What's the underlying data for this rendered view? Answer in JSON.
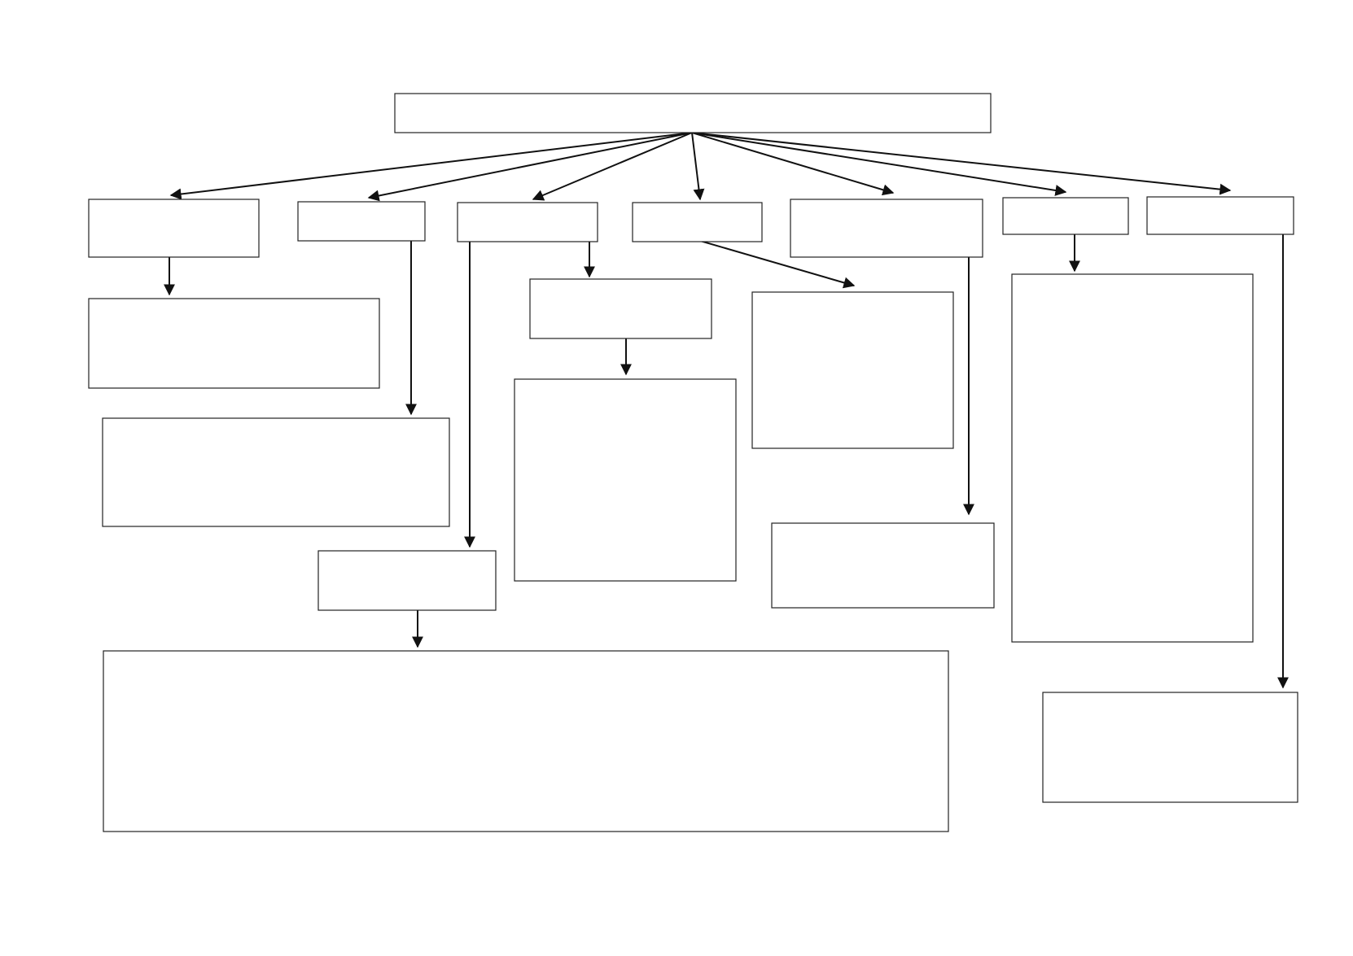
{
  "diagram": {
    "title": "",
    "line_color": "#111111",
    "box_border_color": "#222222",
    "background": "#ffffff",
    "nodes": [
      {
        "id": "root",
        "text": ""
      },
      {
        "id": "c1",
        "text": ""
      },
      {
        "id": "c2",
        "text": ""
      },
      {
        "id": "c3",
        "text": ""
      },
      {
        "id": "c4",
        "text": ""
      },
      {
        "id": "c5",
        "text": ""
      },
      {
        "id": "c6",
        "text": ""
      },
      {
        "id": "c7",
        "text": ""
      },
      {
        "id": "c1-detail",
        "text": ""
      },
      {
        "id": "c2-detail",
        "text": ""
      },
      {
        "id": "c3-sub",
        "text": ""
      },
      {
        "id": "c3-sub-detail",
        "text": ""
      },
      {
        "id": "c3-side",
        "text": ""
      },
      {
        "id": "c3-side-detail",
        "text": ""
      },
      {
        "id": "c4-detail",
        "text": ""
      },
      {
        "id": "c5-detail",
        "text": ""
      },
      {
        "id": "c6-detail",
        "text": ""
      },
      {
        "id": "c7-detail",
        "text": ""
      }
    ],
    "edges": [
      {
        "from": "root",
        "to": "c1"
      },
      {
        "from": "root",
        "to": "c2"
      },
      {
        "from": "root",
        "to": "c3"
      },
      {
        "from": "root",
        "to": "c4"
      },
      {
        "from": "root",
        "to": "c5"
      },
      {
        "from": "root",
        "to": "c6"
      },
      {
        "from": "root",
        "to": "c7"
      },
      {
        "from": "c1",
        "to": "c1-detail"
      },
      {
        "from": "c2",
        "to": "c2-detail"
      },
      {
        "from": "c3",
        "to": "c3-sub"
      },
      {
        "from": "c3",
        "to": "c3-side"
      },
      {
        "from": "c3-sub",
        "to": "c3-sub-detail"
      },
      {
        "from": "c3-side",
        "to": "c3-side-detail"
      },
      {
        "from": "c4",
        "to": "c4-detail"
      },
      {
        "from": "c5",
        "to": "c5-detail"
      },
      {
        "from": "c6",
        "to": "c6-detail"
      },
      {
        "from": "c7",
        "to": "c7-detail"
      }
    ]
  }
}
